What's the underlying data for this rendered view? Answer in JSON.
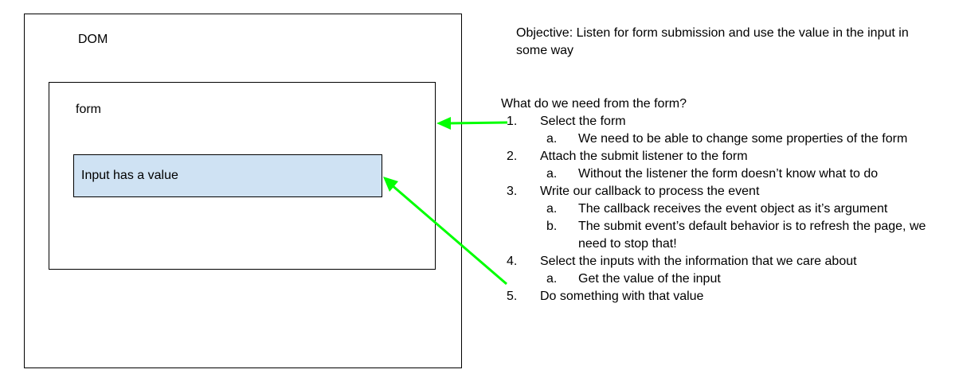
{
  "dom_label": "DOM",
  "form_label": "form",
  "input_label": "Input has a value",
  "objective": "Objective: Listen for form submission and use the value in the input in some way",
  "question": "What do we need from the form?",
  "steps": [
    {
      "num": "1.",
      "text": "Select the form",
      "subs": [
        {
          "num": "a.",
          "text": "We need to be able to change some properties of the form"
        }
      ]
    },
    {
      "num": "2.",
      "text": "Attach the submit listener to the form",
      "subs": [
        {
          "num": "a.",
          "text": "Without the listener the form doesn’t know what to do"
        }
      ]
    },
    {
      "num": "3.",
      "text": "Write our callback to process the event",
      "subs": [
        {
          "num": "a.",
          "text": "The callback receives the event object as it’s argument"
        },
        {
          "num": "b.",
          "text": "The submit event’s default behavior is to refresh the page, we need to stop that!"
        }
      ]
    },
    {
      "num": "4.",
      "text": "Select the inputs with the information that we care about",
      "subs": [
        {
          "num": "a.",
          "text": "Get the value of the input"
        }
      ]
    },
    {
      "num": "5.",
      "text": "Do something with that value",
      "subs": []
    }
  ],
  "colors": {
    "arrow": "#00ff00",
    "input_fill": "#cfe2f3"
  }
}
